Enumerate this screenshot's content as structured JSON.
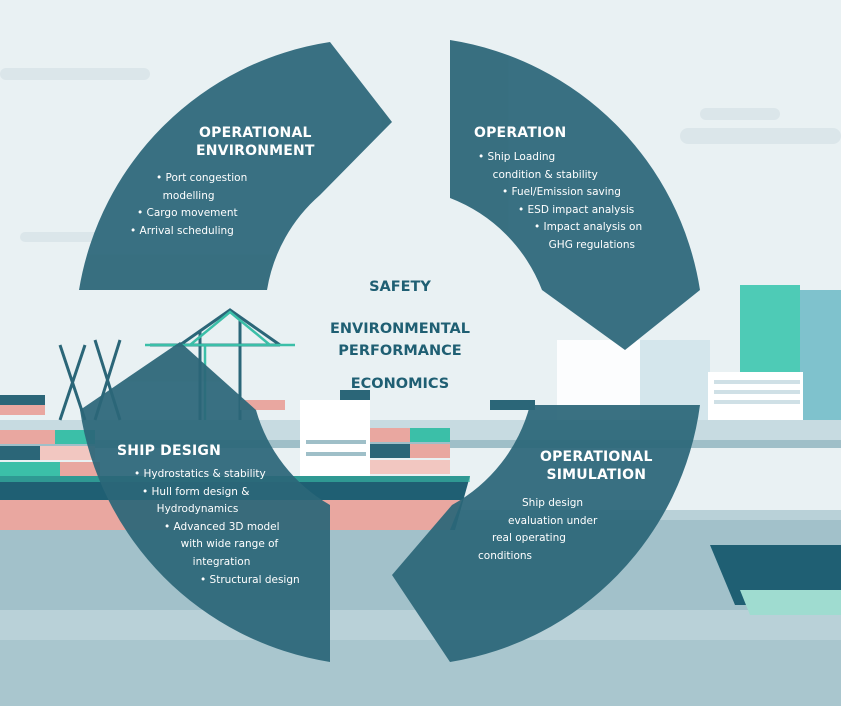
{
  "colors": {
    "sky": "#e9f1f3",
    "segment": "#2b6678",
    "water": "#6f9dab",
    "hull": "#e9a7a0",
    "accent": "#3bbfa8",
    "center_text": "#1f5f73"
  },
  "center": {
    "labels": [
      "SAFETY",
      "ENVIRONMENTAL",
      "PERFORMANCE",
      "ECONOMICS"
    ]
  },
  "segments": {
    "operational_environment": {
      "title": [
        "OPERATIONAL",
        "ENVIRONMENT"
      ],
      "items": [
        "• Port congestion",
        "  modelling",
        "• Cargo movement",
        "• Arrival scheduling"
      ]
    },
    "operation": {
      "title": [
        "OPERATION"
      ],
      "items": [
        "• Ship Loading",
        "  condition & stability",
        "• Fuel/Emission saving",
        "• ESD impact analysis",
        "• Impact analysis on",
        "  GHG regulations"
      ]
    },
    "ship_design": {
      "title": [
        "SHIP DESIGN"
      ],
      "items": [
        "• Hydrostatics & stability",
        "• Hull form design &",
        "  Hydrodynamics",
        "• Advanced 3D model",
        "  with wide range of",
        "  integration",
        "• Structural design"
      ]
    },
    "operational_simulation": {
      "title": [
        "OPERATIONAL",
        "SIMULATION"
      ],
      "items": [
        "Ship design",
        "evaluation under",
        "real operating",
        "conditions"
      ]
    }
  }
}
